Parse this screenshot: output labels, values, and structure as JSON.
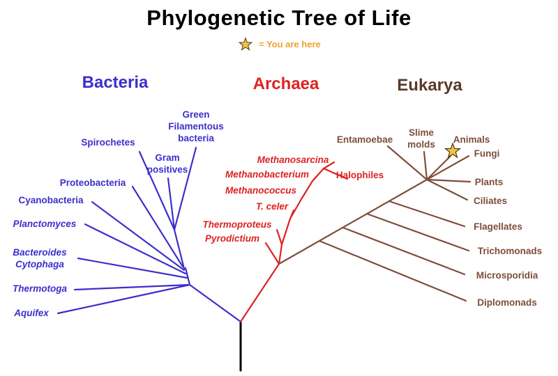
{
  "title": "Phylogenetic Tree of Life",
  "legend": {
    "text": "= You are here",
    "symbol": "star-icon"
  },
  "domains": {
    "bacteria": "Bacteria",
    "archaea": "Archaea",
    "eukarya": "Eukarya"
  },
  "colors": {
    "bacteria": "#3d2ecc",
    "archaea": "#dd2222",
    "eukarya_labels": "#7d4e3a",
    "eukarya_header": "#5c382a",
    "legend_text": "#f0a030",
    "star_fill": "#f6c445",
    "root_branch": "#000000"
  },
  "taxa": {
    "bacteria": {
      "green_filamentous": "Green\nFilamentous\nbacteria",
      "spirochetes": "Spirochetes",
      "gram_positives": "Gram\npositives",
      "proteobacteria": "Proteobacteria",
      "cyanobacteria": "Cyanobacteria",
      "planctomyces": "Planctomyces",
      "bacteroides_cytophaga": "Bacteroides\nCytophaga",
      "thermotoga": "Thermotoga",
      "aquifex": "Aquifex"
    },
    "archaea": {
      "methanosarcina": "Methanosarcina",
      "methanobacterium": "Methanobacterium",
      "halophiles": "Halophiles",
      "methanococcus": "Methanococcus",
      "t_celer": "T. celer",
      "thermoproteus": "Thermoproteus",
      "pyrodictium": "Pyrodictium"
    },
    "eukarya": {
      "entamoebae": "Entamoebae",
      "slime_molds": "Slime\nmolds",
      "animals": "Animals",
      "fungi": "Fungi",
      "plants": "Plants",
      "ciliates": "Ciliates",
      "flagellates": "Flagellates",
      "trichomonads": "Trichomonads",
      "microsporidia": "Microsporidia",
      "diplomonads": "Diplomonads"
    }
  }
}
